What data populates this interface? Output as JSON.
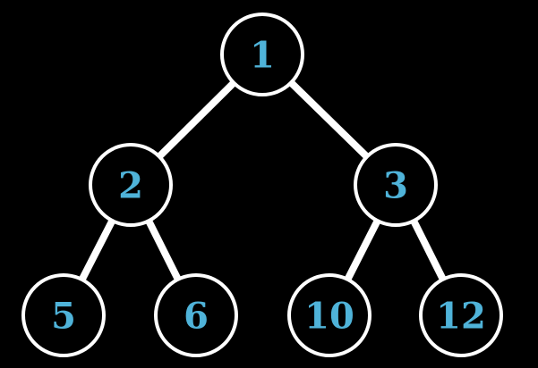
{
  "colors": {
    "background": "#000000",
    "edge": "#ffffff",
    "node_border": "#ffffff",
    "node_fill": "#000000",
    "label": "#4fb3d9"
  },
  "tree": {
    "nodes": [
      {
        "id": "n1",
        "label": "1"
      },
      {
        "id": "n2",
        "label": "2"
      },
      {
        "id": "n3",
        "label": "3"
      },
      {
        "id": "n5",
        "label": "5"
      },
      {
        "id": "n6",
        "label": "6"
      },
      {
        "id": "n10",
        "label": "10"
      },
      {
        "id": "n12",
        "label": "12"
      }
    ],
    "edges": [
      {
        "from": "n1",
        "to": "n2"
      },
      {
        "from": "n1",
        "to": "n3"
      },
      {
        "from": "n2",
        "to": "n5"
      },
      {
        "from": "n2",
        "to": "n6"
      },
      {
        "from": "n3",
        "to": "n10"
      },
      {
        "from": "n3",
        "to": "n12"
      }
    ]
  }
}
